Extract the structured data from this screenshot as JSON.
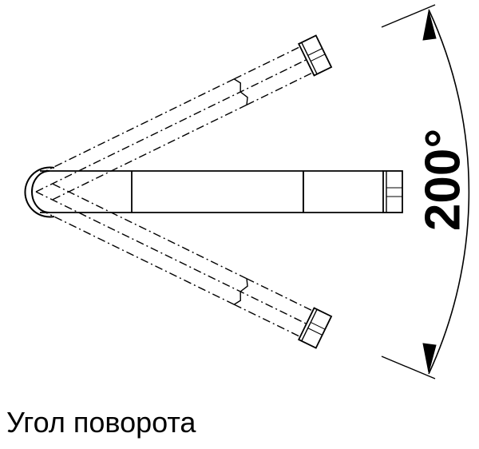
{
  "diagram": {
    "angle_label": "200°",
    "caption": "Угол поворота",
    "swing_angle_deg": 200
  },
  "colors": {
    "line": "#000000",
    "background": "#ffffff"
  }
}
